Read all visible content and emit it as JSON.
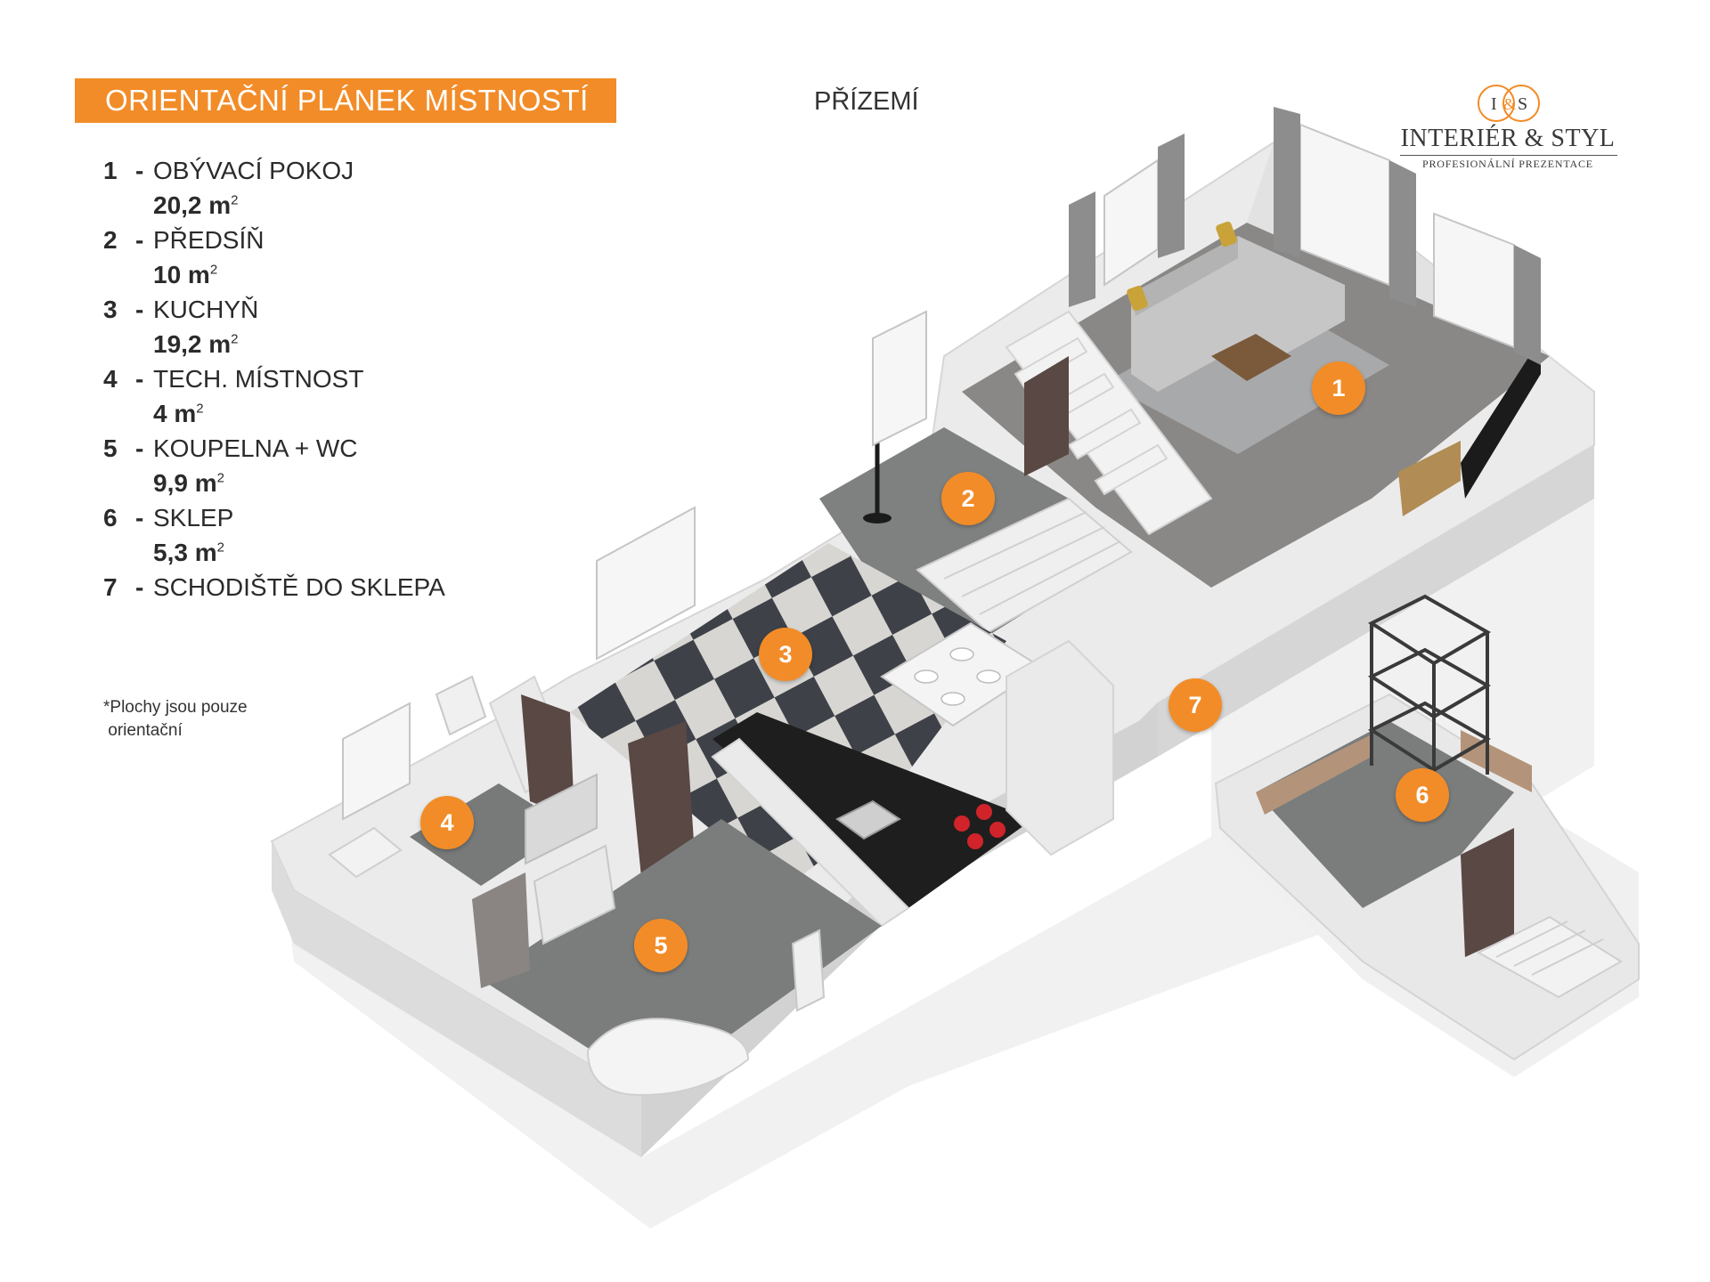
{
  "title": "ORIENTAČNÍ PLÁNEK MÍSTNOSTÍ",
  "floor": "PŘÍZEMÍ",
  "logo": {
    "monogram_left": "I",
    "monogram_right": "S",
    "monogram_amp": "&",
    "name": "INTERIÉR & STYL",
    "tagline": "PROFESIONÁLNÍ PREZENTACE",
    "color": "#f28c28"
  },
  "rooms": [
    {
      "number": "1",
      "name": "OBÝVACÍ POKOJ",
      "area": "20,2 m",
      "sup": "2"
    },
    {
      "number": "2",
      "name": "PŘEDSÍŇ",
      "area": "10 m",
      "sup": "2"
    },
    {
      "number": "3",
      "name": "KUCHYŇ",
      "area": "19,2 m",
      "sup": "2"
    },
    {
      "number": "4",
      "name": "TECH. MÍSTNOST",
      "area": "4 m",
      "sup": "2"
    },
    {
      "number": "5",
      "name": "KOUPELNA + WC",
      "area": "9,9 m",
      "sup": "2"
    },
    {
      "number": "6",
      "name": "SKLEP",
      "area": "5,3 m",
      "sup": "2"
    },
    {
      "number": "7",
      "name": "SCHODIŠTĚ DO SKLEPA",
      "area": "",
      "sup": ""
    }
  ],
  "dash": "-",
  "note": {
    "line1": "*Plochy jsou pouze",
    "line2": " orientační"
  },
  "markers": [
    "1",
    "2",
    "3",
    "4",
    "5",
    "6",
    "7"
  ],
  "colors": {
    "accent": "#f28c28",
    "wall": "#e9e9e9",
    "floor": "#7c7f7f"
  }
}
